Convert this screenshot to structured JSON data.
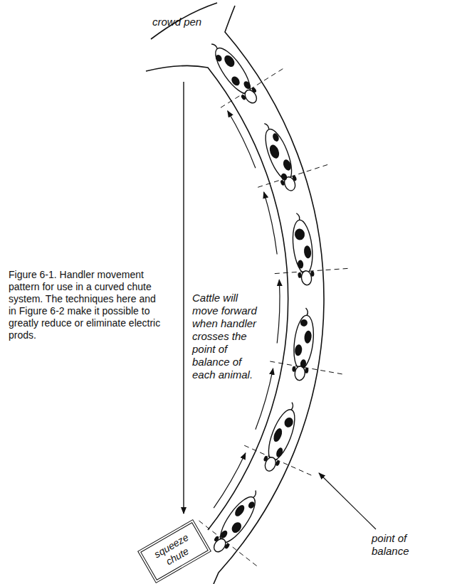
{
  "diagram": {
    "caption": "Figure 6-1. Handler movement pattern for use in a curved chute system. The techniques here and in Figure 6-2 make it possible to greatly reduce or eliminate electric prods.",
    "nodes": [
      {
        "text": [
          "squeeze chute"
        ]
      }
    ],
    "labels": [
      "crowd pen",
      "Cattle will move forward when handler crosses the point of balance of each animal.",
      "point of balance"
    ]
  }
}
